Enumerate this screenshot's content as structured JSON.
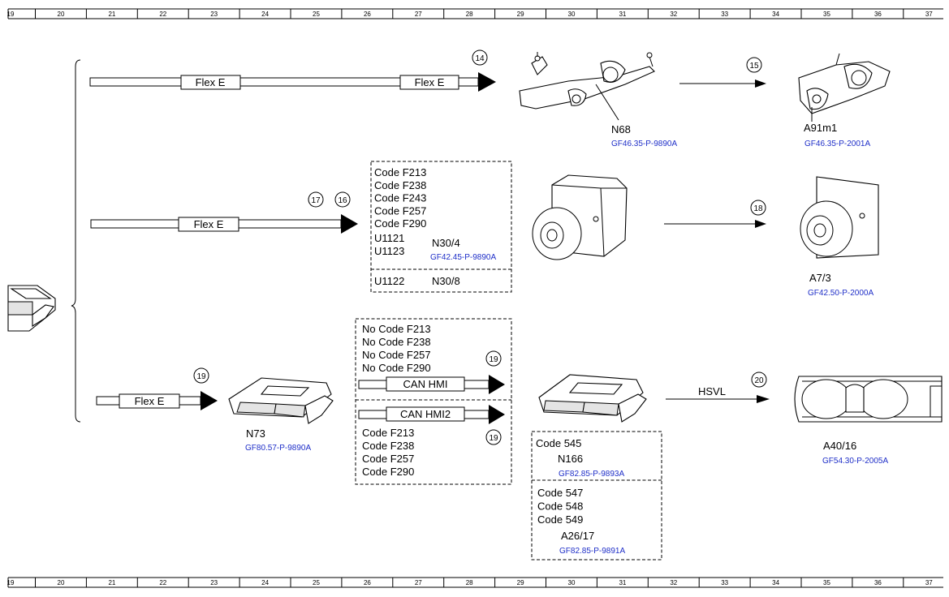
{
  "ruler_top": [
    "19",
    "20",
    "21",
    "22",
    "23",
    "24",
    "25",
    "26",
    "27",
    "28",
    "29",
    "30",
    "31",
    "32",
    "33",
    "34",
    "35",
    "36",
    "37"
  ],
  "ruler_bottom": [
    "19",
    "20",
    "21",
    "22",
    "23",
    "24",
    "25",
    "26",
    "27",
    "28",
    "29",
    "30",
    "31",
    "32",
    "33",
    "34",
    "35",
    "36",
    "37"
  ],
  "row1": {
    "flex1": "Flex E",
    "flex2": "Flex E",
    "circle14": "14",
    "circle15": "15",
    "n68": "N68",
    "n68_ref": "GF46.35-P-9890A",
    "a91": "A91m1",
    "a91_ref": "GF46.35-P-2001A"
  },
  "row2": {
    "flex": "Flex E",
    "circle17": "17",
    "circle16": "16",
    "circle18": "18",
    "codes": [
      "Code F213",
      "Code F238",
      "Code F243",
      "Code F257",
      "Code F290"
    ],
    "u1121": "U1121",
    "u1123": "U1123",
    "n30_4": "N30/4",
    "n30_4_ref": "GF42.45-P-9890A",
    "u1122": "U1122",
    "n30_8": "N30/8",
    "a7_3": "A7/3",
    "a7_3_ref": "GF42.50-P-2000A"
  },
  "row3": {
    "flex": "Flex E",
    "circle19a": "19",
    "n73": "N73",
    "n73_ref": "GF80.57-P-9890A",
    "nocodes": [
      "No Code F213",
      "No Code F238",
      "No Code F257",
      "No Code F290"
    ],
    "circle19b": "19",
    "can_hmi": "CAN HMI",
    "can_hmi2": "CAN HMI2",
    "circle19c": "19",
    "codes": [
      "Code F213",
      "Code F238",
      "Code F257",
      "Code F290"
    ],
    "hsvl": "HSVL",
    "circle20": "20",
    "code545": "Code 545",
    "n166": "N166",
    "n166_ref": "GF82.85-P-9893A",
    "codes547": [
      "Code 547",
      "Code 548",
      "Code 549"
    ],
    "a26": "A26/17",
    "a26_ref": "GF82.85-P-9891A",
    "a40": "A40/16",
    "a40_ref": "GF54.30-P-2005A"
  }
}
